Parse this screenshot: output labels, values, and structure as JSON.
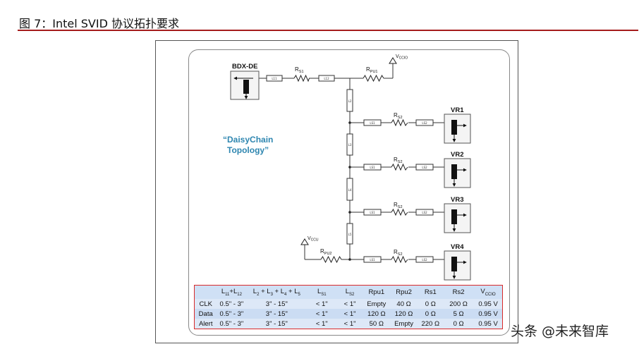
{
  "figure": {
    "title": "图 7：Intel SVID 协议拓扑要求"
  },
  "diagram": {
    "host": "BDX-DE",
    "topology_label_line1": "“DaisyChain",
    "topology_label_line2": "Topology”",
    "rs1": {
      "main": "R",
      "sub": "S1"
    },
    "rpu1": {
      "main": "R",
      "sub": "PU1"
    },
    "rpu2": {
      "main": "R",
      "sub": "PU2"
    },
    "rs2": {
      "main": "R",
      "sub": "S2"
    },
    "vccio": {
      "main": "V",
      "sub": "CCIO"
    },
    "vccu": {
      "main": "V",
      "sub": "CCU"
    },
    "regulators": [
      "VR1",
      "VR2",
      "VR3",
      "VR4"
    ],
    "inductors": {
      "L11": "L11",
      "L12": "L12",
      "L2": "L2",
      "L3": "L3",
      "L4": "L4",
      "L5": "L5",
      "LS1": "LS1",
      "LS2": "LS2"
    }
  },
  "table": {
    "headers": [
      {
        "parts": [
          [
            "L",
            "11"
          ],
          [
            "+L",
            "12"
          ]
        ]
      },
      {
        "parts": [
          [
            "L",
            "2"
          ],
          [
            " + L",
            "3"
          ],
          [
            " + L",
            "4"
          ],
          [
            " + L",
            "5"
          ]
        ]
      },
      {
        "parts": [
          [
            "L",
            "S1"
          ]
        ]
      },
      {
        "parts": [
          [
            "L",
            "S2"
          ]
        ]
      },
      {
        "parts": [
          [
            "Rpu1",
            ""
          ]
        ]
      },
      {
        "parts": [
          [
            "Rpu2",
            ""
          ]
        ]
      },
      {
        "parts": [
          [
            "Rs1",
            ""
          ]
        ]
      },
      {
        "parts": [
          [
            "Rs2",
            ""
          ]
        ]
      },
      {
        "parts": [
          [
            "V",
            "CCIO"
          ]
        ]
      }
    ],
    "rows": [
      {
        "label": "CLK",
        "cells": [
          "0.5\" - 3\"",
          "3\" - 15\"",
          "< 1\"",
          "< 1\"",
          "Empty",
          "40 Ω",
          "0 Ω",
          "200 Ω",
          "0.95 V"
        ]
      },
      {
        "label": "Data",
        "cells": [
          "0.5\" - 3\"",
          "3\" - 15\"",
          "< 1\"",
          "< 1\"",
          "120 Ω",
          "120 Ω",
          "0 Ω",
          "5 Ω",
          "0.95 V"
        ]
      },
      {
        "label": "Alert",
        "cells": [
          "0.5\" - 3\"",
          "3\" - 15\"",
          "< 1\"",
          "< 1\"",
          "50 Ω",
          "Empty",
          "220 Ω",
          "0 Ω",
          "0.95 V"
        ]
      }
    ]
  },
  "watermark": "头条 @未来智库"
}
